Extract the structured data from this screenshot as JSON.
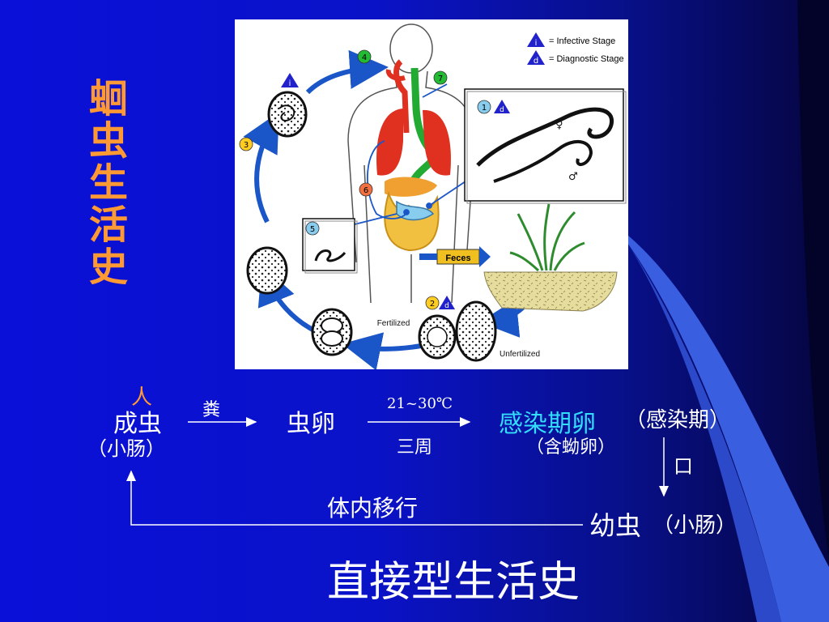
{
  "title_vertical": [
    "蛔",
    "虫",
    "生",
    "活",
    "史"
  ],
  "figure": {
    "legend": {
      "infective": "= Infective Stage",
      "diagnostic": "= Diagnostic Stage"
    },
    "badge_i": "i",
    "badge_d": "d",
    "steps": [
      "1",
      "2",
      "3",
      "4",
      "5",
      "6",
      "7"
    ],
    "labels": {
      "feces": "Feces",
      "fertilized": "Fertilized",
      "unfertilized": "Unfertilized"
    },
    "sex": {
      "female": "♀",
      "male": "♂"
    }
  },
  "flow": {
    "host": "人",
    "adult": "成虫",
    "adult_loc": "（小肠）",
    "feces": "粪",
    "egg": "虫卵",
    "temp": "21~30℃",
    "duration": "三周",
    "infective_egg": "感染期卵",
    "infective_paren": "（感染期）",
    "infective_sub": "（含蚴卵）",
    "mouth": "口",
    "larva": "幼虫",
    "larva_loc": "（小肠）",
    "migration": "体内移行",
    "summary": "直接型生活史"
  },
  "colors": {
    "title": "#ff9933",
    "highlight": "#33ddff",
    "text": "#ffffff",
    "cycle_arrow": "#1a56c8"
  }
}
